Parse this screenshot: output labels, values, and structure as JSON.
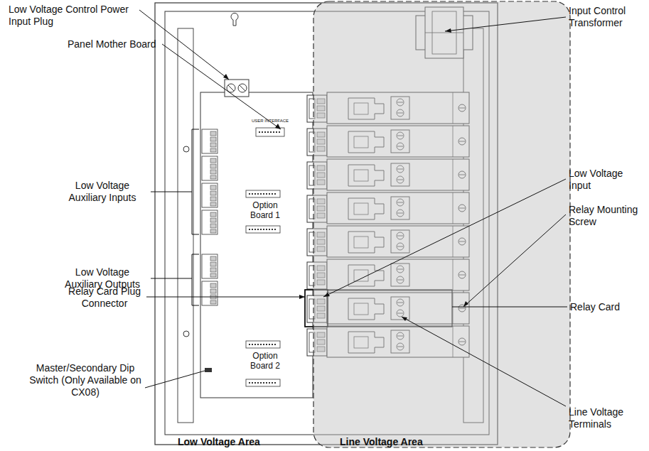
{
  "diagram": {
    "labels": [
      "Low Voltage Control Power Input Plug",
      "Panel Mother Board",
      "Low Voltage Auxiliary Inputs",
      "Low Voltage Auxiliary Outputs",
      "Relay Card Plug Connector",
      "Master/Secondary Dip Switch (Only Available on CX08)",
      "Input Control Transformer",
      "Low Voltage Input",
      "Relay Mounting Screw",
      "Relay Card",
      "Line Voltage Terminals",
      "Low Voltage Area",
      "Line Voltage Area",
      "Option Board 1",
      "Option Board 2",
      "USER INTERFACE"
    ]
  }
}
